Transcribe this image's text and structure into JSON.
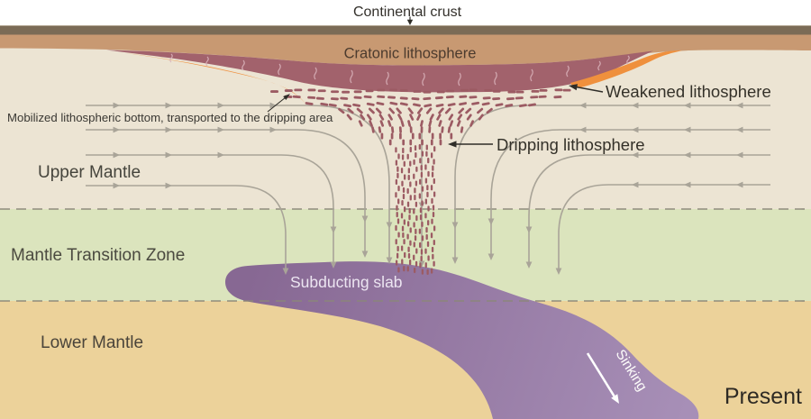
{
  "figure": {
    "description": "Cross-section diagram of cratonic lithosphere dripping into the mantle above a subducting slab",
    "time_label": "Present"
  },
  "annotations": {
    "continental_crust": "Continental crust",
    "cratonic_lithosphere": "Cratonic lithosphere",
    "weakened_lithosphere": "Weakened lithosphere",
    "mobilized_bottom": "Mobilized lithospheric bottom, transported to the dripping area",
    "dripping_lithosphere": "Dripping lithosphere",
    "sinking": "Sinking"
  },
  "zones": {
    "upper_mantle": "Upper Mantle",
    "mantle_transition_zone": "Mantle Transition Zone",
    "lower_mantle": "Lower Mantle",
    "subducting_slab": "Subducting slab"
  },
  "colors": {
    "continental_crust": "#7b6b56",
    "cratonic_lithosphere": "#c89972",
    "lithosphere_maroon": "#a2626c",
    "weakened_orange": "#ef903d",
    "lithosphere_ticks": "#d9b3ba",
    "upper_mantle": "#ece4d3",
    "mantle_transition_zone": "#dbe4bd",
    "lower_mantle": "#ecd29a",
    "slab_dark": "#876893",
    "slab_light": "#a78fb7",
    "flow_arrows": "#a9a498",
    "drip_dashes": "#9c5b63",
    "boundary_dash": "#8b8779",
    "leader_black": "#2f2d28",
    "white": "#ffffff",
    "text_dark": "#343129",
    "text_zone": "#45443c",
    "text_light": "#ece5f1"
  }
}
